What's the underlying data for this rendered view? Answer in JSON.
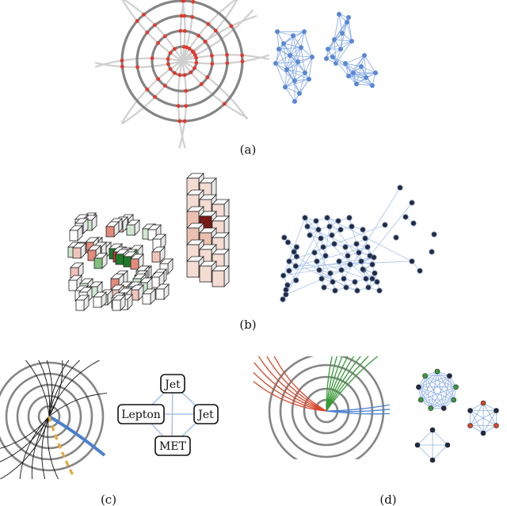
{
  "captions": {
    "a": "(a)",
    "b": "(b)",
    "c": "(c)",
    "d": "(d)"
  },
  "panel_c": {
    "nodes": {
      "jet_top": "Jet",
      "lepton": "Lepton",
      "jet_right": "Jet",
      "met": "MET"
    }
  },
  "colors": {
    "rings": "#808080",
    "tracks_light": "#c8c8c8",
    "hit_red": "#e03a2e",
    "graph_blue": "#5a87d4",
    "edge_blue": "#a9c3ec",
    "node_dark": "#1f2a44",
    "cluster_green": "#1f7a2a",
    "cluster_red": "#c83a32",
    "cluster_darkred": "#7a1a14",
    "tower_pale": "#f4dcd2",
    "orange_dashed": "#e5a93a",
    "jet_green": "#3a9a3a",
    "jet_red": "#d9482b",
    "jet_blue": "#4a80d0"
  }
}
